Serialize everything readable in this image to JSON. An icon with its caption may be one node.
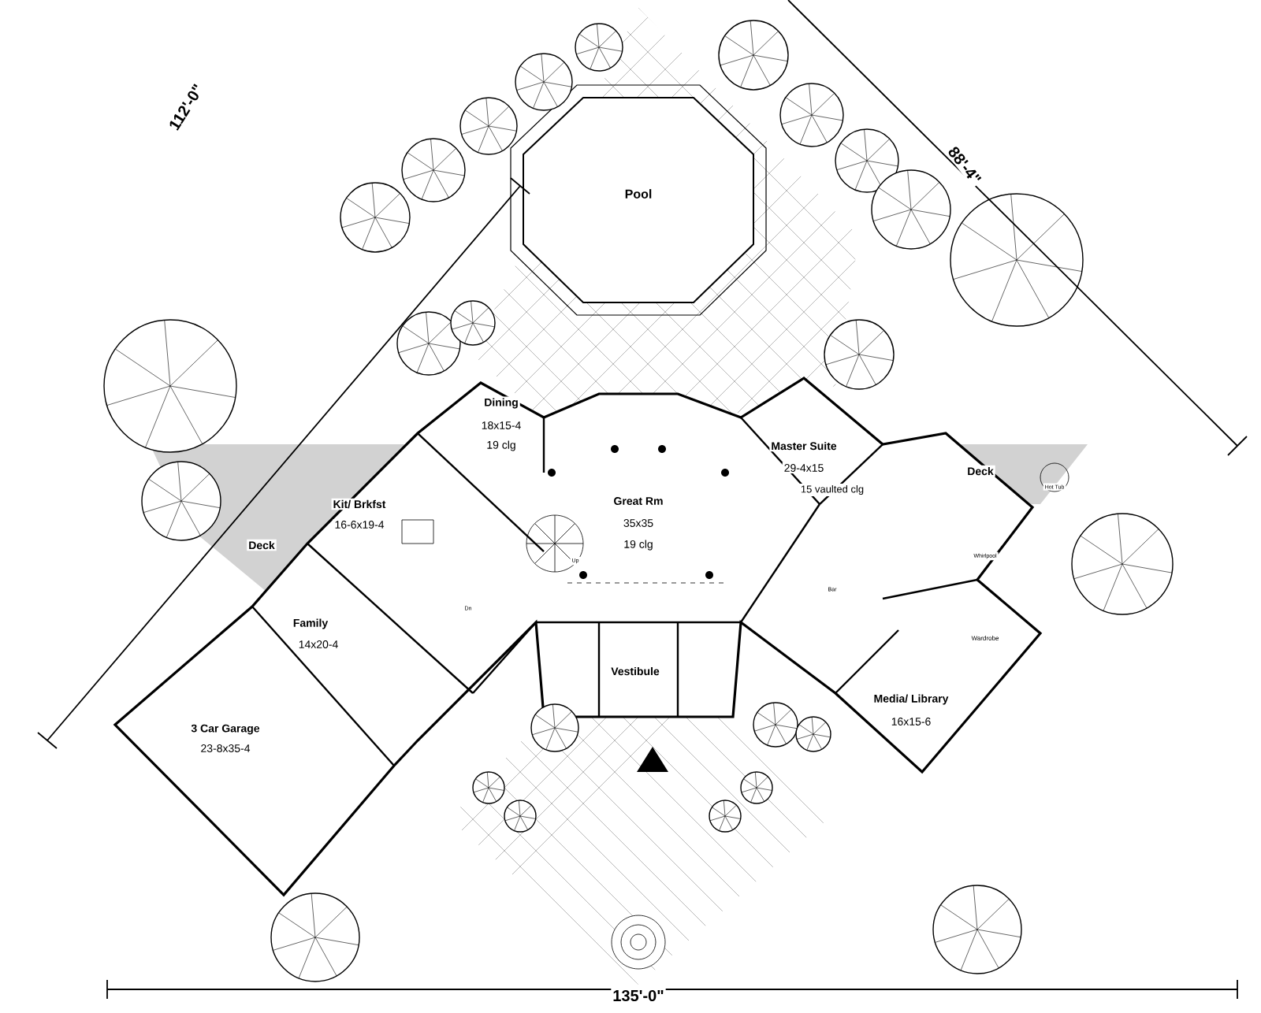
{
  "diagram": {
    "labels": [
      "Pool",
      "112'-0\"",
      "88'-4\"",
      "Dining",
      "18x15-4",
      "19 clg",
      "Master Suite",
      "29-4x15",
      "15 vaulted clg",
      "Deck",
      "Hot Tub",
      "Kit/ Brkfst",
      "16-6x19-4",
      "Great Rm",
      "35x35",
      "19 clg",
      "Deck",
      "Up",
      "Whirlpool",
      "Bar",
      "Dn",
      "Family",
      "14x20-4",
      "Wardrobe",
      "Vestibule",
      "Media/ Library",
      "16x15-6",
      "3 Car Garage",
      "23-8x35-4",
      "135'-0\""
    ]
  }
}
